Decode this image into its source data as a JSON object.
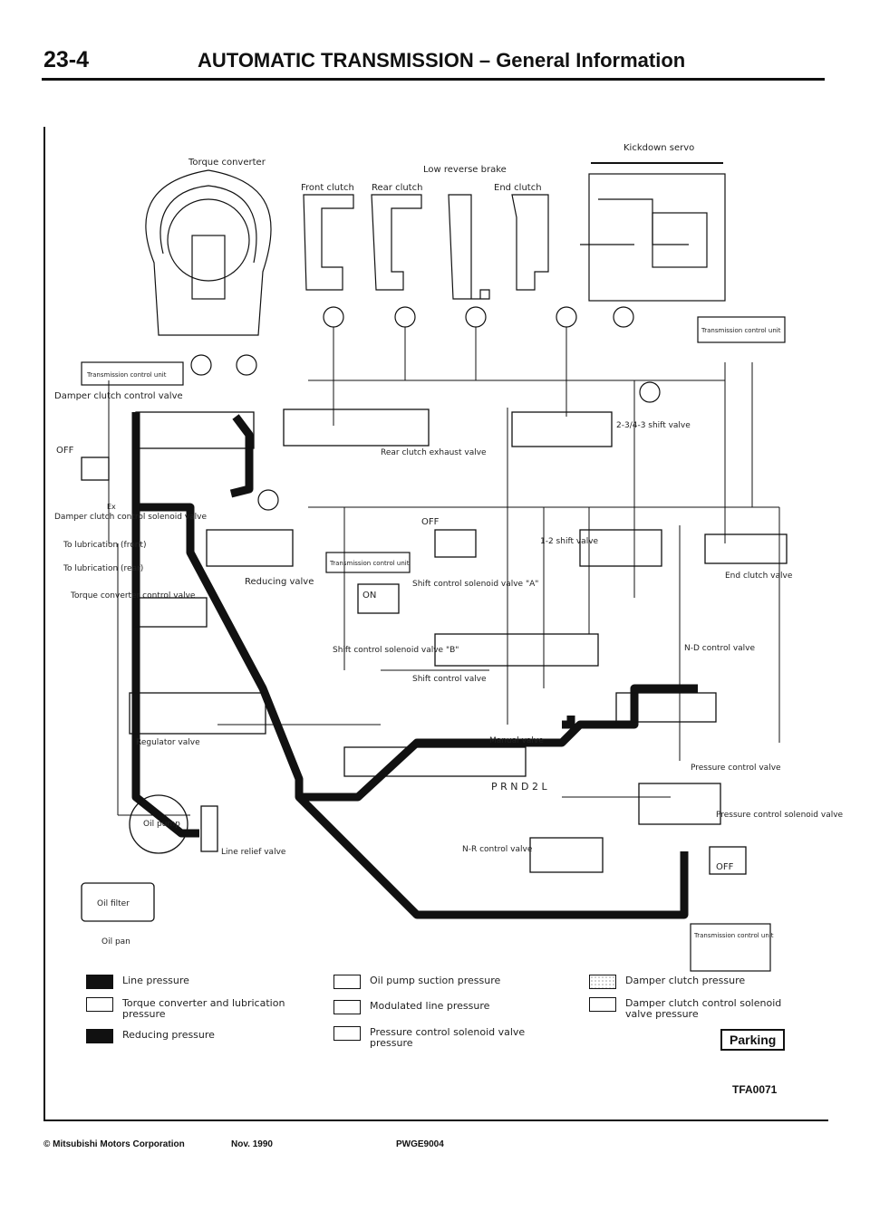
{
  "header": {
    "page_number": "23-4",
    "title": "AUTOMATIC TRANSMISSION – General Information"
  },
  "labels": {
    "torque_converter": "Torque converter",
    "kickdown_servo": "Kickdown servo",
    "low_reverse_brake": "Low reverse brake",
    "front_clutch": "Front clutch",
    "rear_clutch": "Rear clutch",
    "end_clutch": "End clutch",
    "tcu_1": "Transmission control unit",
    "tcu_2": "Transmission control unit",
    "tcu_3": "Transmission control unit",
    "tcu_4": "Transmission control unit",
    "damper_clutch_control_valve": "Damper clutch control valve",
    "off_1": "OFF",
    "off_2": "OFF",
    "off_3": "OFF",
    "on_1": "ON",
    "damper_clutch_control_solenoid_valve": "Damper clutch control solenoid valve",
    "to_lubrication_front": "To lubrication (front)",
    "to_lubrication_rear": "To lubrication (rear)",
    "torque_converter_control_valve": "Torque converter control valve",
    "reducing_valve": "Reducing valve",
    "rear_clutch_exhaust_valve": "Rear clutch exhaust valve",
    "shift_valve_2343": "2-3/4-3 shift valve",
    "shift_valve_12": "1-2 shift valve",
    "end_clutch_valve": "End clutch valve",
    "shift_control_solenoid_a": "Shift control solenoid valve \"A\"",
    "shift_control_solenoid_b": "Shift control solenoid valve \"B\"",
    "shift_control_valve": "Shift control valve",
    "nd_control_valve": "N-D control valve",
    "regulator_valve": "Regulator valve",
    "manual_valve": "Manual valve",
    "prnd2l": "P R N D 2 L",
    "pressure_control_valve": "Pressure control valve",
    "pressure_control_solenoid_valve": "Pressure control solenoid valve",
    "oil_pump": "Oil pump",
    "line_relief_valve": "Line relief valve",
    "nr_control_valve": "N-R control valve",
    "oil_filter": "Oil filter",
    "oil_pan": "Oil pan",
    "ex": "Ex"
  },
  "legend": [
    {
      "label": "Line pressure",
      "style": "solid"
    },
    {
      "label": "Torque converter and lubrication pressure",
      "style": "outline"
    },
    {
      "label": "Reducing pressure",
      "style": "solid"
    },
    {
      "label": "Oil pump suction pressure",
      "style": "outline"
    },
    {
      "label": "Modulated line pressure",
      "style": "outline"
    },
    {
      "label": "Pressure control solenoid valve pressure",
      "style": "outline"
    },
    {
      "label": "Damper clutch pressure",
      "style": "dotted"
    },
    {
      "label": "Damper clutch control solenoid valve pressure",
      "style": "outline"
    }
  ],
  "parking_label": "Parking",
  "figure_id": "TFA0071",
  "footer": {
    "corporation": "© Mitsubishi Motors Corporation",
    "date": "Nov. 1990",
    "code": "PWGE9004"
  },
  "colors": {
    "ink": "#111111",
    "paper": "#ffffff"
  }
}
